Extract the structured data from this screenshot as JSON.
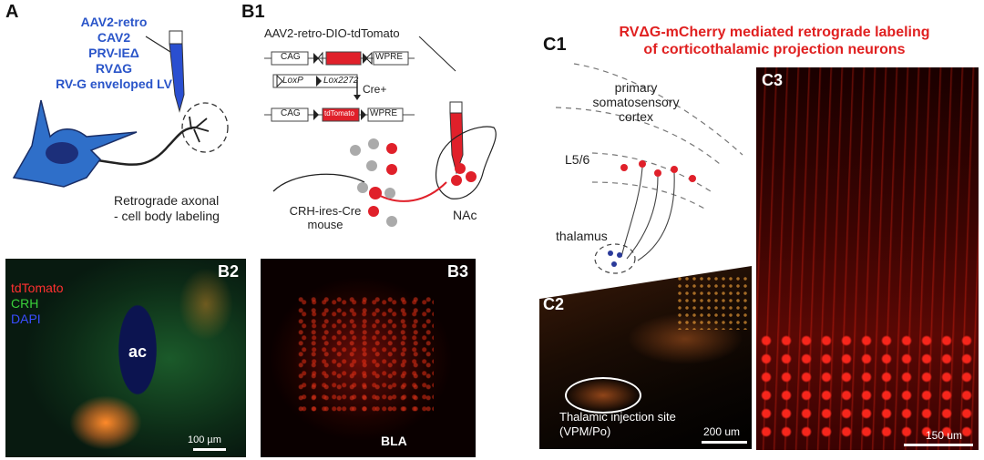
{
  "panelA": {
    "label": "A",
    "vectors": [
      "AAV2-retro",
      "CAV2",
      "PRV-IEΔ",
      "RVΔG",
      "RV-G enveloped LV"
    ],
    "caption_line1": "Retrograde axonal",
    "caption_line2": "- cell body labeling",
    "colors": {
      "neuron": "#2f6fc9",
      "nucleus": "#1c2f7a",
      "pipette": "#2a4fd0"
    }
  },
  "panelB1": {
    "label": "B1",
    "construct": "AAV2-retro-DIO-tdTomato",
    "cag": "CAG",
    "wpre": "WPRE",
    "loxp": "LoxP",
    "lox2272": "Lox2272",
    "cre": "Cre+",
    "tdtomato": "tdTomato",
    "mouse_line1": "CRH-ires-Cre",
    "mouse_line2": "mouse",
    "region": "NAc",
    "colors": {
      "red": "#e0202a",
      "gray": "#aaaaaa"
    }
  },
  "panelB2": {
    "label": "B2",
    "legend": [
      {
        "text": "tdTomato",
        "color": "#ff3030"
      },
      {
        "text": "CRH",
        "color": "#3ad13a"
      },
      {
        "text": "DAPI",
        "color": "#3a4dff"
      }
    ],
    "structure": "ac",
    "scale": "100 µm"
  },
  "panelB3": {
    "label": "B3",
    "region": "BLA"
  },
  "panelC": {
    "title_line1": "RVΔG-mCherry mediated retrograde labeling",
    "title_line2": "of corticothalamic projection neurons",
    "title_color": "#e0202a"
  },
  "panelC1": {
    "label": "C1",
    "cortex_line1": "primary",
    "cortex_line2": "somatosensory",
    "cortex_line3": "cortex",
    "layer": "L5/6",
    "thalamus": "thalamus"
  },
  "panelC2": {
    "label": "C2",
    "site_line1": "Thalamic injection site",
    "site_line2": "(VPM/Po)",
    "scale": "200 um"
  },
  "panelC3": {
    "label": "C3",
    "scale": "150 um"
  }
}
